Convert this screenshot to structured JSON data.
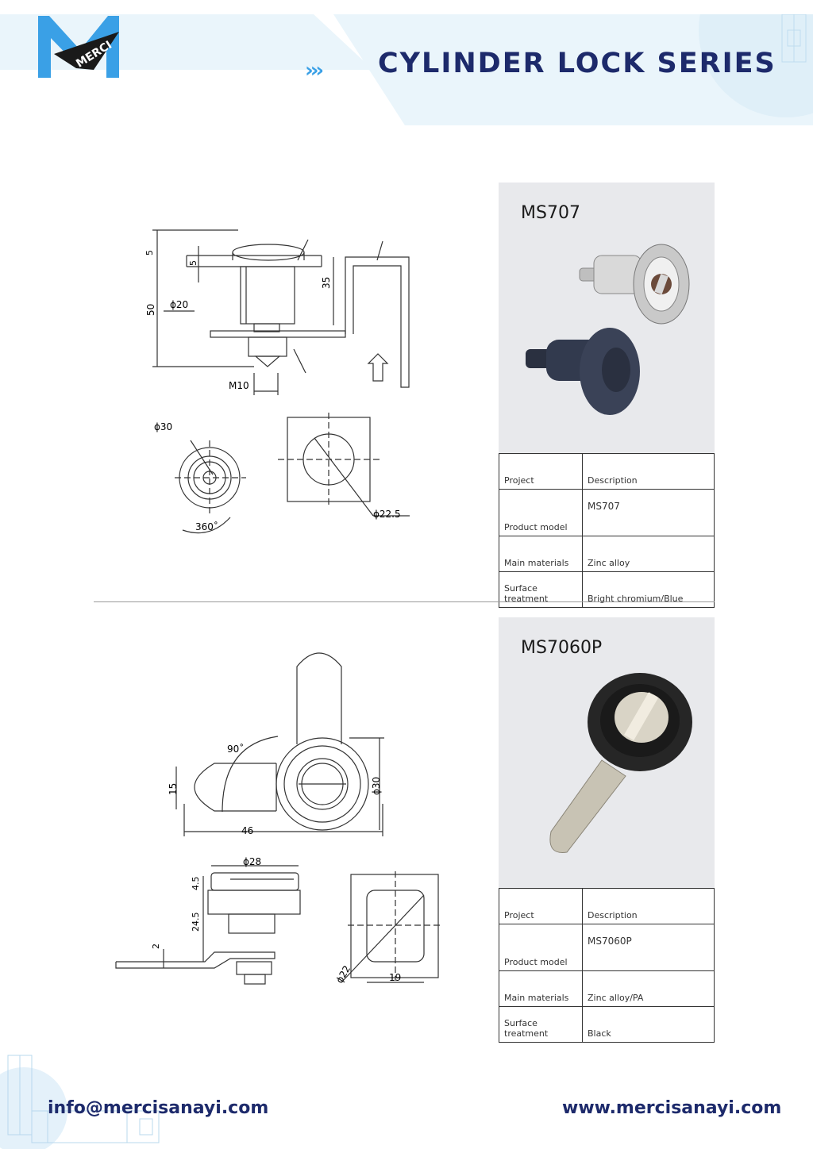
{
  "header": {
    "logo_text": "MERCI",
    "title": "CYLINDER LOCK SERIES",
    "colors": {
      "navy": "#1d2a6b",
      "accent": "#3aa0e6",
      "band": "#eaf5fb"
    }
  },
  "drawing1": {
    "dim_5a": "5",
    "dim_5b": "5",
    "dim_50": "50",
    "dim_phi20": "ϕ20",
    "dim_35": "35",
    "dim_m10": "M10",
    "dim_phi30": "ϕ30",
    "dim_360": "360˚",
    "dim_phi22_5": "ϕ22.5"
  },
  "drawing2": {
    "dim_90": "90˚",
    "dim_15": "15",
    "dim_phi30": "ϕ30",
    "dim_46": "46",
    "dim_phi28": "ϕ28",
    "dim_4_5": "4.5",
    "dim_24_5": "24.5",
    "dim_2": "2",
    "dim_phi22": "ϕ22",
    "dim_19": "19"
  },
  "products": [
    {
      "model_title": "MS707",
      "spec": {
        "project_label": "Project",
        "description_label": "Description",
        "model_label": "Product model",
        "model_value": "MS707",
        "materials_label": "Main materials",
        "materials_value": "Zinc alloy",
        "surface_label": "Surface treatment",
        "surface_value": "Bright chromium/Blue"
      }
    },
    {
      "model_title": "MS7060P",
      "spec": {
        "project_label": "Project",
        "description_label": "Description",
        "model_label": "Product model",
        "model_value": "MS7060P",
        "materials_label": "Main materials",
        "materials_value": "Zinc alloy/PA",
        "surface_label": "Surface treatment",
        "surface_value": "Black"
      }
    }
  ],
  "footer": {
    "email": "info@mercisanayi.com",
    "website": "www.mercisanayi.com"
  },
  "icons": {
    "logo": "merci-logo-icon",
    "arrows": "triple-chevron-icon"
  }
}
